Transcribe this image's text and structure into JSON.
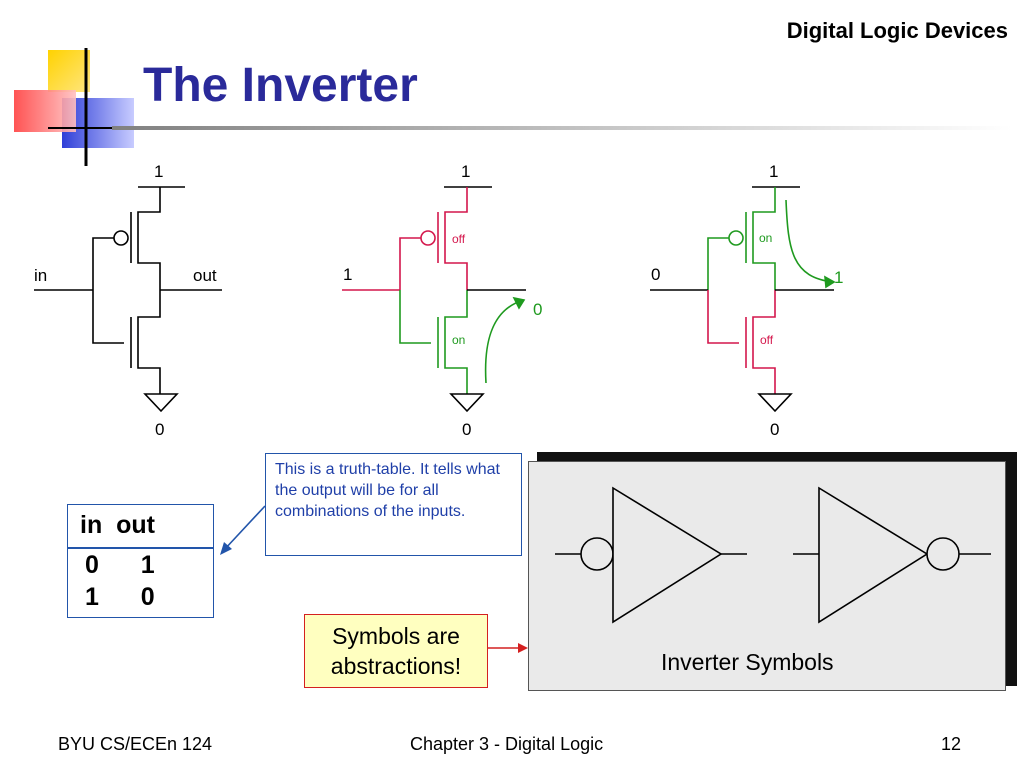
{
  "header": {
    "course_topic": "Digital Logic Devices"
  },
  "slide": {
    "title": "The Inverter"
  },
  "circuits": [
    {
      "vdd": "1",
      "gnd": "0",
      "input": "in",
      "output": "out",
      "top_state": "",
      "bottom_state": ""
    },
    {
      "vdd": "1",
      "gnd": "0",
      "input": "1",
      "output": "0",
      "top_state": "off",
      "bottom_state": "on"
    },
    {
      "vdd": "1",
      "gnd": "0",
      "input": "0",
      "output": "1",
      "top_state": "on",
      "bottom_state": "off"
    }
  ],
  "colors": {
    "title": "#2a2a9a",
    "on": "#1f9a1f",
    "off": "#d4174c",
    "callout_border": "#2255aa",
    "note_border": "#d42020",
    "note_bg": "#ffffc0"
  },
  "callout": {
    "text": "This is a truth-table.  It tells what the output will be for all combinations of the inputs."
  },
  "truth_table": {
    "header": "in  out",
    "rows": [
      "0  1",
      "1  0"
    ]
  },
  "symbols": {
    "label": "Inverter Symbols"
  },
  "note": {
    "line1": "Symbols are",
    "line2": "abstractions!"
  },
  "footer": {
    "left": "BYU CS/ECEn 124",
    "center": "Chapter 3 - Digital Logic",
    "right": "12"
  }
}
